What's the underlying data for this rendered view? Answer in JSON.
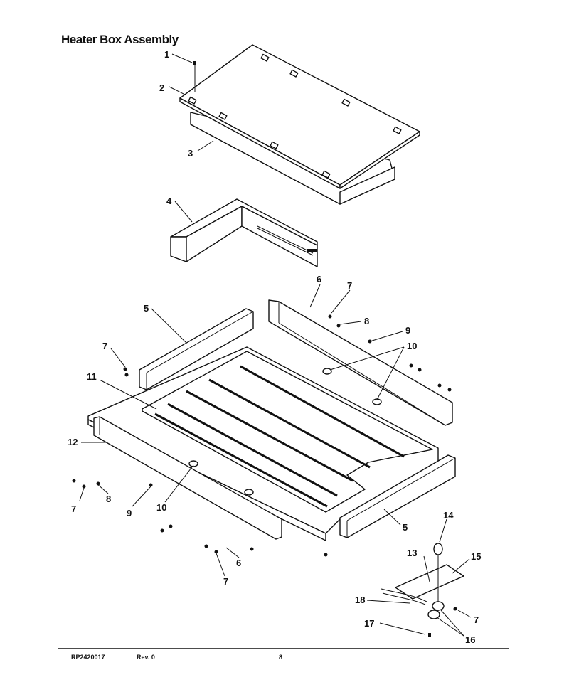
{
  "title": "Heater Box Assembly",
  "callouts": [
    "1",
    "2",
    "3",
    "4",
    "5",
    "6",
    "7",
    "8",
    "9",
    "10",
    "11",
    "12",
    "13",
    "14",
    "15",
    "16",
    "17",
    "18"
  ],
  "footer": {
    "doc_number": "RP2420017",
    "revision": "Rev. 0",
    "page_number": "8"
  }
}
